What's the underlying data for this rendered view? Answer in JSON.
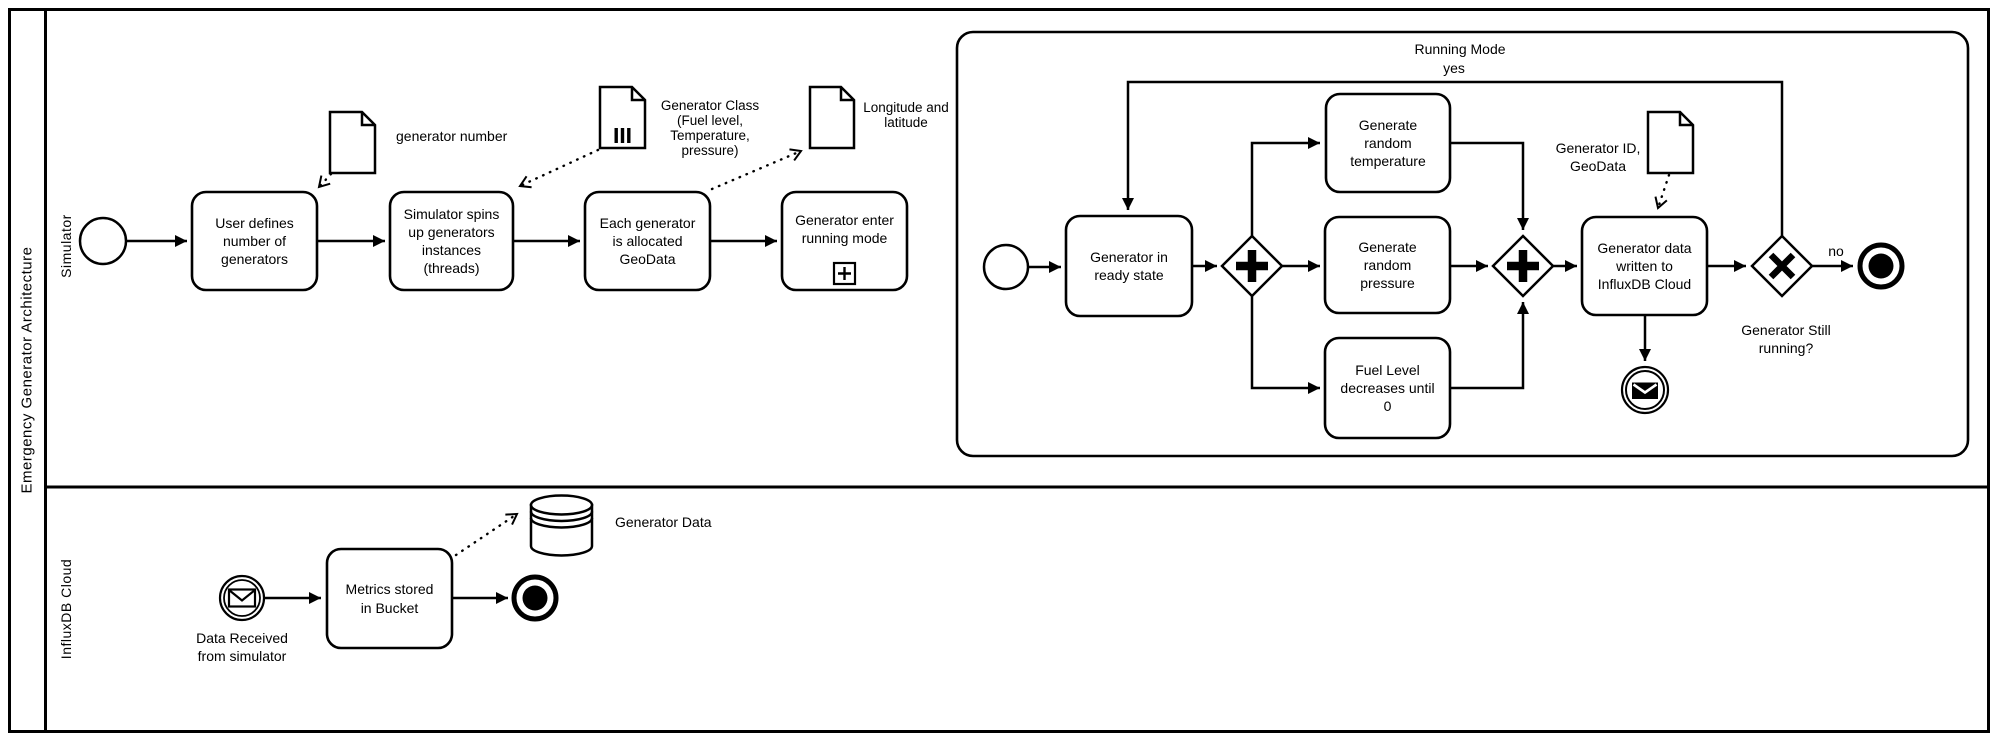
{
  "pool": {
    "label": "Emergency Generator Architecture",
    "lane_simulator": "Simulator",
    "lane_influxdb": "InfluxDB Cloud"
  },
  "colors": {
    "stroke": "#000000",
    "fill": "#ffffff"
  },
  "simulator_lane": {
    "task_user_defines": "User defines\nnumber of\ngenerators",
    "task_spins_up": "Simulator spins\nup generators\ninstances\n(threads)",
    "task_geodata": "Each generator\nis allocated\nGeoData",
    "task_running_mode": "Generator enter\nrunning mode",
    "doc_generator_number": "generator number",
    "doc_generator_class": "Generator Class\n(Fuel level,\nTemperature,\npressure)",
    "doc_longitude": "Longitude and\nlatitude"
  },
  "subprocess": {
    "title": "Running Mode",
    "label_yes": "yes",
    "label_no": "no",
    "task_ready": "Generator in\nready state",
    "task_temperature": "Generate\nrandom\ntemperature",
    "task_pressure": "Generate\nrandom\npressure",
    "task_fuel": "Fuel Level\ndecreases until\n0",
    "task_influx_write": "Generator data\nwritten to\nInfluxDB Cloud",
    "doc_generator_id": "Generator ID,\nGeoData",
    "label_still_running": "Generator Still\nrunning?"
  },
  "influx_lane": {
    "label_data_received": "Data Received\nfrom simulator",
    "task_metrics": "Metrics stored\nin Bucket",
    "datastore_label": "Generator Data"
  }
}
